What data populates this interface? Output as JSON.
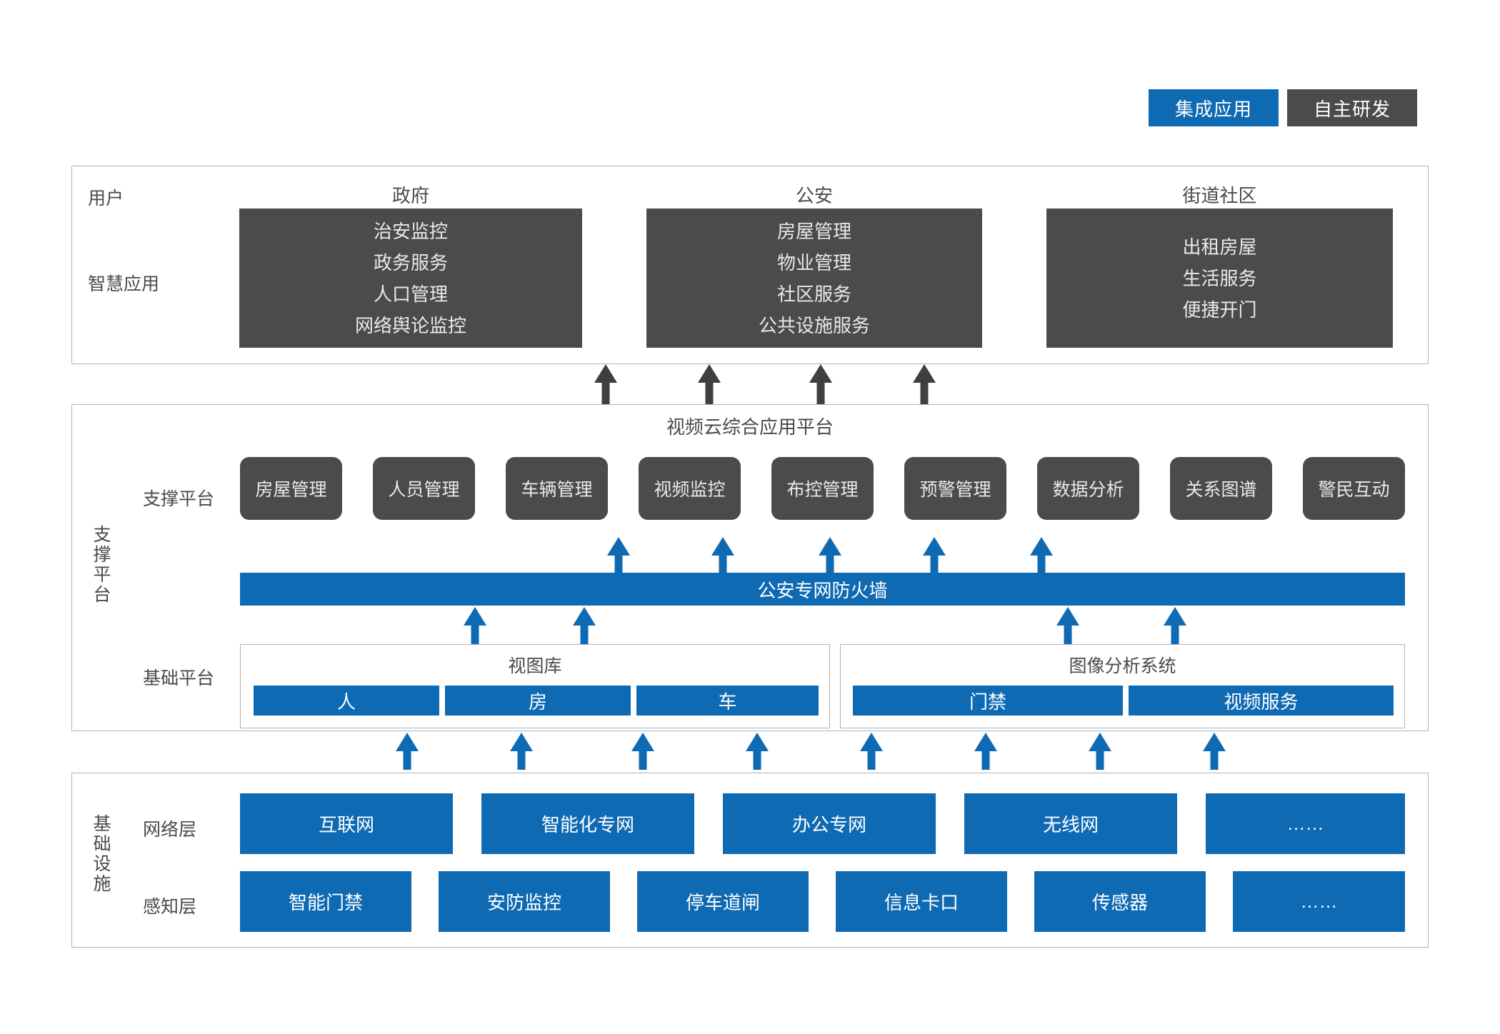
{
  "legend": [
    {
      "label": "集成应用",
      "color": "#0f6ab4",
      "style": "blue"
    },
    {
      "label": "自主研发",
      "color": "#4b4b4b",
      "style": "dark"
    }
  ],
  "application_layer": {
    "row_labels": [
      "用户",
      "智慧应用"
    ],
    "columns": [
      {
        "title": "政府",
        "items": [
          "治安监控",
          "政务服务",
          "人口管理",
          "网络舆论监控"
        ]
      },
      {
        "title": "公安",
        "items": [
          "房屋管理",
          "物业管理",
          "社区服务",
          "公共设施服务"
        ]
      },
      {
        "title": "街道社区",
        "items": [
          "出租房屋",
          "生活服务",
          "便捷开门"
        ]
      }
    ]
  },
  "platform_layer": {
    "side_label": "支撑平台",
    "title": "视频云综合应用平台",
    "support_row_label": "支撑平台",
    "support_items": [
      "房屋管理",
      "人员管理",
      "车辆管理",
      "视频监控",
      "布控管理",
      "预警管理",
      "数据分析",
      "关系图谱",
      "警民互动"
    ],
    "firewall_label": "公安专网防火墙",
    "base_row_label": "基础平台",
    "base_groups": [
      {
        "title": "视图库",
        "items": [
          "人",
          "房",
          "车"
        ]
      },
      {
        "title": "图像分析系统",
        "items": [
          "门禁",
          "视频服务"
        ]
      }
    ]
  },
  "infrastructure_layer": {
    "side_label": "基础设施",
    "rows": [
      {
        "label": "网络层",
        "items": [
          "互联网",
          "智能化专网",
          "办公专网",
          "无线网",
          "……"
        ]
      },
      {
        "label": "感知层",
        "items": [
          "智能门禁",
          "安防监控",
          "停车道闸",
          "信息卡口",
          "传感器",
          "……"
        ]
      }
    ]
  },
  "colors": {
    "accent_blue": "#0f6ab4",
    "dark_gray": "#4b4b4b",
    "border_gray": "#b3b3b3"
  }
}
